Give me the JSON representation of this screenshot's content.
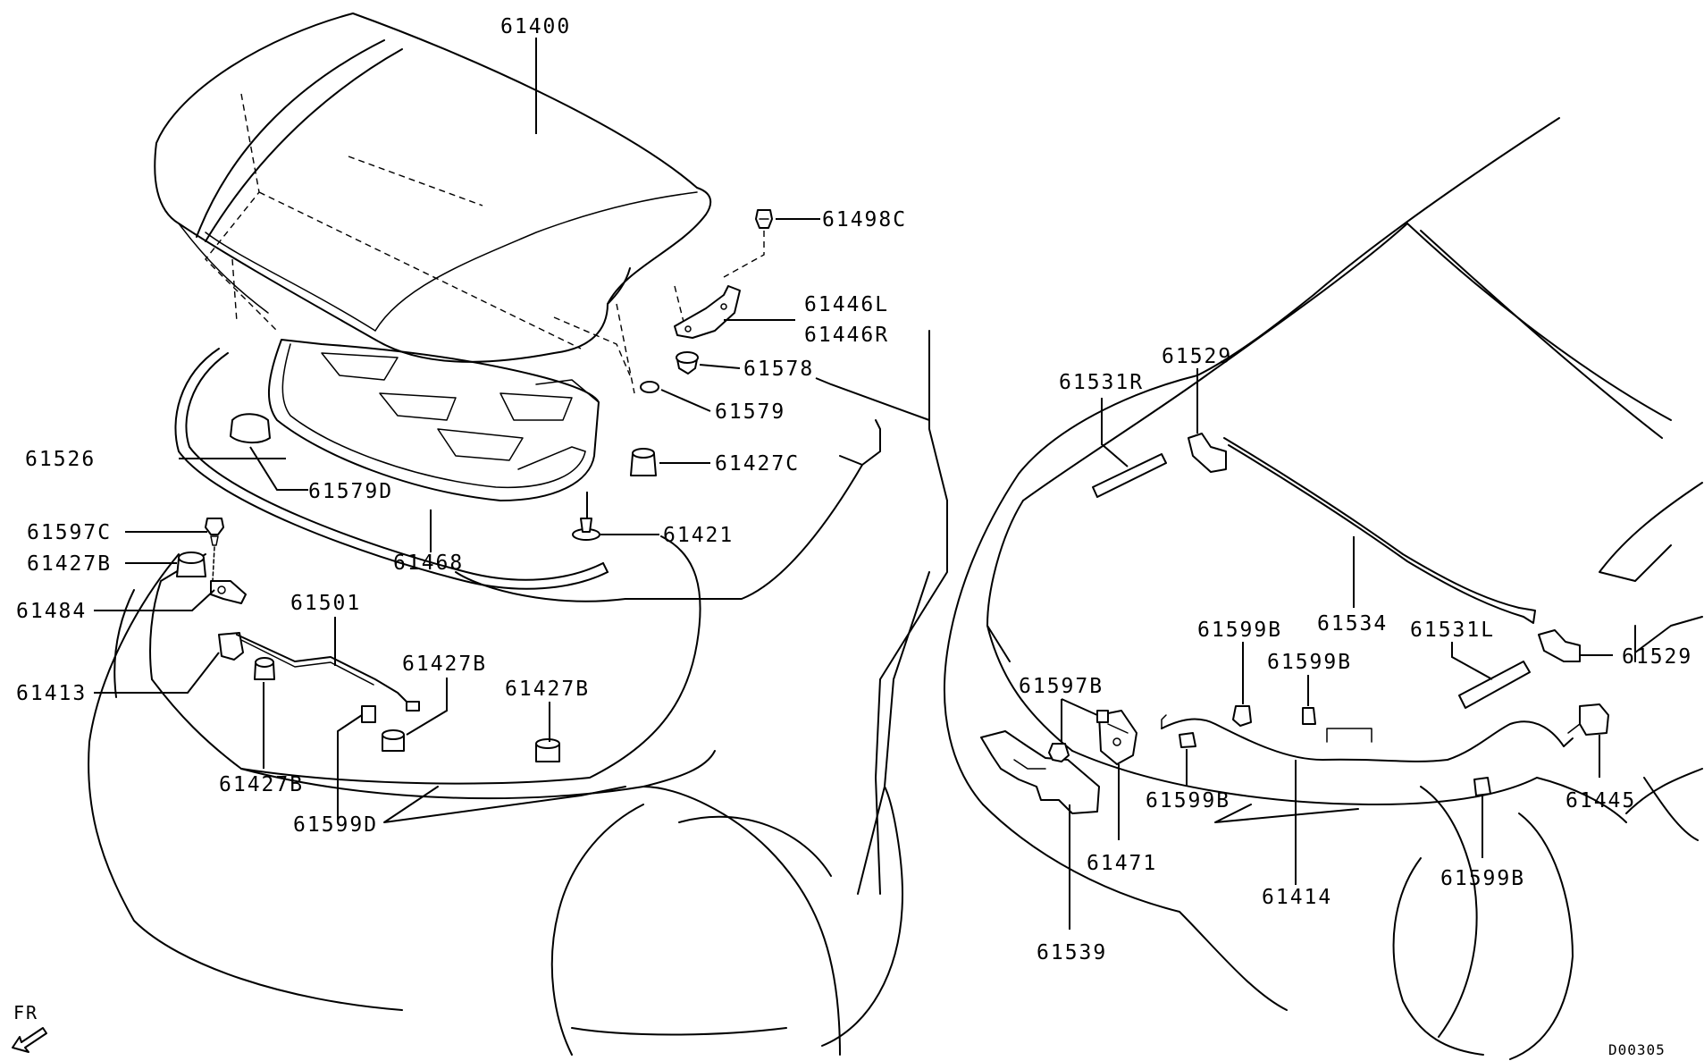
{
  "diagram": {
    "drawing_code": "D00305",
    "direction_label": "FR",
    "left_view": {
      "parts": [
        {
          "id": "hood",
          "label": "61400"
        },
        {
          "id": "bolt-top",
          "label": "61498C"
        },
        {
          "id": "hinge",
          "label": "61446L"
        },
        {
          "id": "hinge-r",
          "label": "61446R"
        },
        {
          "id": "grommet",
          "label": "61578"
        },
        {
          "id": "plug",
          "label": "61579"
        },
        {
          "id": "bumper-c",
          "label": "61427C"
        },
        {
          "id": "seal",
          "label": "61526"
        },
        {
          "id": "plug-d",
          "label": "61579D"
        },
        {
          "id": "insulator",
          "label": "61468"
        },
        {
          "id": "clip",
          "label": "61421"
        },
        {
          "id": "bolt-c",
          "label": "61597C"
        },
        {
          "id": "bumper-b1",
          "label": "61427B"
        },
        {
          "id": "bracket",
          "label": "61484"
        },
        {
          "id": "lock-base",
          "label": "61413"
        },
        {
          "id": "stay",
          "label": "61501"
        },
        {
          "id": "bumper-b2",
          "label": "61427B"
        },
        {
          "id": "bumper-b3",
          "label": "61427B"
        },
        {
          "id": "bumper-b4",
          "label": "61427B"
        },
        {
          "id": "clip-d",
          "label": "61599D"
        }
      ]
    },
    "right_view": {
      "parts": [
        {
          "id": "weatherstrip-r",
          "label": "61531R"
        },
        {
          "id": "clip-top",
          "label": "61529"
        },
        {
          "id": "seal-front",
          "label": "61534"
        },
        {
          "id": "weatherstrip-l",
          "label": "61531L"
        },
        {
          "id": "clip-right",
          "label": "61529"
        },
        {
          "id": "cable-clip-1",
          "label": "61599B"
        },
        {
          "id": "cable-clip-2",
          "label": "61599B"
        },
        {
          "id": "bolt-b",
          "label": "61597B"
        },
        {
          "id": "cable-clip-3",
          "label": "61599B"
        },
        {
          "id": "handle",
          "label": "61445"
        },
        {
          "id": "latch",
          "label": "61471"
        },
        {
          "id": "cable",
          "label": "61414"
        },
        {
          "id": "cable-clip-4",
          "label": "61599B"
        },
        {
          "id": "lock-support",
          "label": "61539"
        }
      ]
    }
  }
}
